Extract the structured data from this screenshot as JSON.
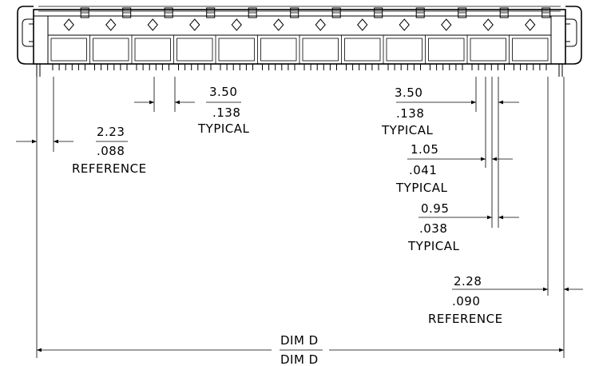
{
  "connector": {
    "slot_count": 12,
    "contact_count": 12
  },
  "dimensions": {
    "pitch_left": {
      "metric": "3.50",
      "inch": ".138",
      "note": "TYPICAL"
    },
    "pitch_right": {
      "metric": "3.50",
      "inch": ".138",
      "note": "TYPICAL"
    },
    "width_a": {
      "metric": "1.05",
      "inch": ".041",
      "note": "TYPICAL"
    },
    "width_b": {
      "metric": "0.95",
      "inch": ".038",
      "note": "TYPICAL"
    },
    "offset_left": {
      "metric": "2.23",
      "inch": ".088",
      "note": "REFERENCE"
    },
    "offset_right": {
      "metric": "2.28",
      "inch": ".090",
      "note": "REFERENCE"
    },
    "overall": {
      "top": "DIM D",
      "bottom": "DIM D"
    }
  }
}
